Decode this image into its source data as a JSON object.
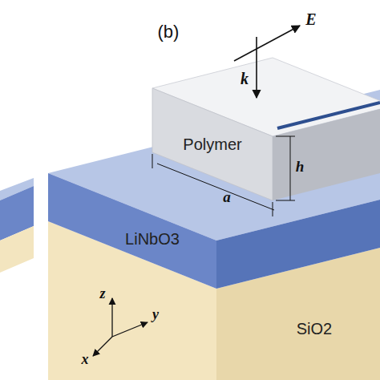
{
  "diagram": {
    "nodes": [
      {
        "text": [
          "Polymer"
        ]
      },
      {
        "text": [
          "LiNbO3"
        ]
      },
      {
        "text": [
          "SiO2"
        ]
      }
    ],
    "labels": [
      "(b)",
      "k",
      "E",
      "a",
      "h",
      "z",
      "y",
      "x"
    ]
  }
}
